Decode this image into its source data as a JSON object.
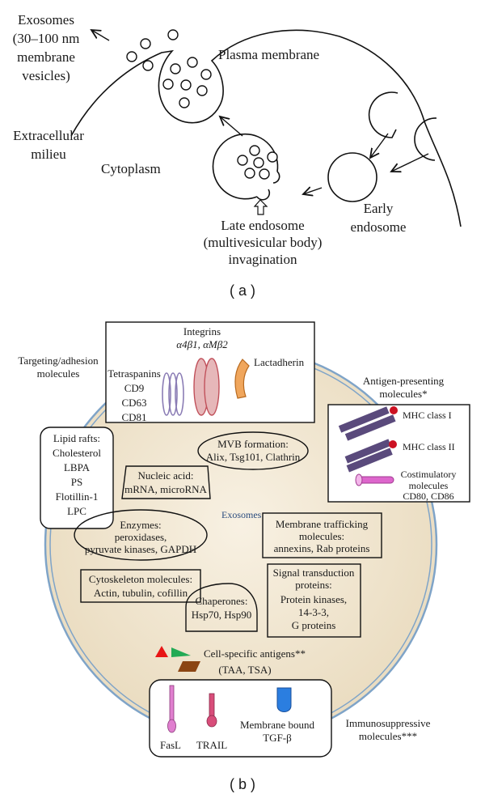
{
  "panel_a": {
    "exosomes": [
      "Exosomes",
      "(30–100 nm",
      "membrane",
      "vesicles)"
    ],
    "plasma_membrane": "Plasma membrane",
    "extracellular": [
      "Extracellular",
      "milieu"
    ],
    "cytoplasm": "Cytoplasm",
    "early_endosome": [
      "Early",
      "endosome"
    ],
    "late_endosome": [
      "Late endosome",
      "(multivesicular body)",
      "invagination"
    ],
    "label": "( a )"
  },
  "panel_b": {
    "targeting": [
      "Targeting/adhesion",
      "molecules"
    ],
    "integrins": [
      "Integrins",
      "α4β1, αMβ2"
    ],
    "tetraspanins": [
      "Tetraspanins",
      "CD9",
      "CD63",
      "CD81"
    ],
    "lactadherin": "Lactadherin",
    "antigen_presenting": [
      "Antigen-presenting",
      "molecules*"
    ],
    "mhc1": "MHC class I",
    "mhc2": "MHC class II",
    "costim": [
      "Costimulatory",
      "molecules",
      "CD80, CD86"
    ],
    "lipid_rafts": [
      "Lipid rafts:",
      "Cholesterol",
      "LBPA",
      "PS",
      "Flotillin-1",
      "LPC"
    ],
    "mvb": [
      "MVB formation:",
      "Alix, Tsg101, Clathrin"
    ],
    "nucleic": [
      "Nucleic acid:",
      "mRNA, microRNA"
    ],
    "exosomes_center": "Exosomes",
    "enzymes": [
      "Enzymes:",
      "peroxidases,",
      "pyruvate kinases, GAPDH"
    ],
    "membrane_trafficking": [
      "Membrane trafficking",
      "molecules:",
      "annexins, Rab proteins"
    ],
    "cytoskeleton": [
      "Cytoskeleton molecules:",
      "Actin, tubulin, cofillin"
    ],
    "signal": [
      "Signal transduction",
      "proteins:",
      "Protein kinases,",
      "14-3-3,",
      "G proteins"
    ],
    "chaperones": [
      "Chaperones:",
      "Hsp70, Hsp90"
    ],
    "cell_specific": [
      "Cell-specific antigens**",
      "(TAA, TSA)"
    ],
    "fasl": "FasL",
    "trail": "TRAIL",
    "tgf": [
      "Membrane bound",
      "TGF-β"
    ],
    "immuno": [
      "Immunosuppressive",
      "molecules***"
    ],
    "label": "( b )"
  },
  "colors": {
    "cell_fill": "#f3ead7",
    "cell_stroke": "#7fa4c8",
    "tetraspanin": "#8b7db5",
    "integrin": "#c0505a",
    "lactadherin": "#f0a65c",
    "mhc_bar": "#5a4a7c",
    "mhc_dot": "#cc1122",
    "costim": "#dd66cc",
    "fasl": "#e07fcf",
    "trail": "#d84d7a",
    "tgf": "#2b7ee0",
    "antigen_red": "#e81515",
    "antigen_green": "#22aa55",
    "antigen_brown": "#8b4513"
  }
}
